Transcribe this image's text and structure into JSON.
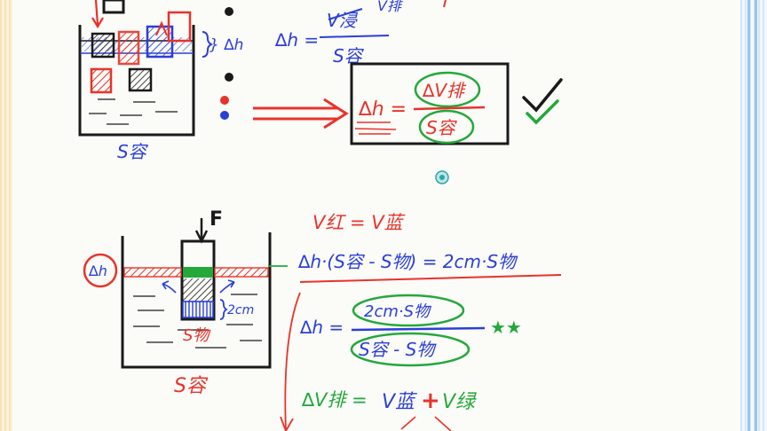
{
  "colors": {
    "red": "#e8332a",
    "blue": "#2b3fd6",
    "green": "#23a83a",
    "black": "#1a1a1a",
    "teal": "#2aa8a8"
  },
  "top_section": {
    "delta_h_side": "} ∆h",
    "container_label": "S容",
    "formula1_lhs": "∆h =",
    "formula1_num": "V浸",
    "formula1_den": "S容",
    "formula2_lhs": "∆h =",
    "formula2_num": "∆V排",
    "formula2_den": "S容"
  },
  "bottom_section": {
    "force_label": "F",
    "delta_h_circle": "∆h",
    "move_label": "2cm",
    "object_area_label": "S物",
    "container_label": "S容",
    "eq_red": "V红 = V蓝",
    "eq1": "∆h·(S容 - S物) = 2cm·S物",
    "eq2_lhs": "∆h =",
    "eq2_num": "2cm·S物",
    "eq2_den": "S容 - S物",
    "stars": "★★",
    "eq3_lhs": "∆V排 =",
    "eq3_rhs_a": "V蓝",
    "eq3_plus": "+",
    "eq3_rhs_b": "V绿"
  }
}
